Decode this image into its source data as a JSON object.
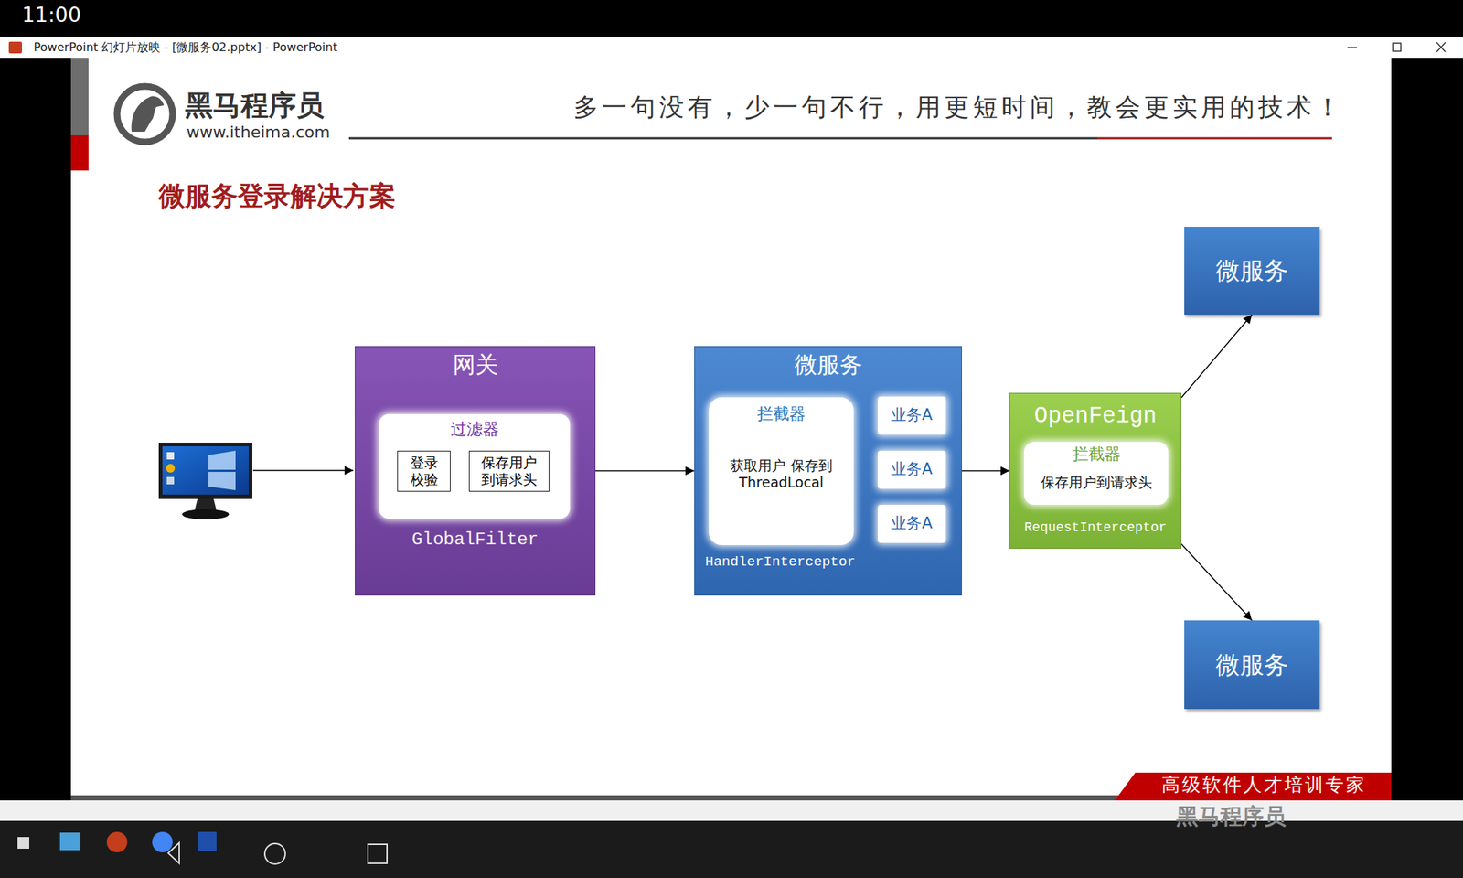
{
  "diagram": {
    "title": "微服务登录解决方案",
    "nodes": [
      {
        "text": [
          "网关",
          "GlobalFilter"
        ]
      },
      {
        "text": [
          "过滤器"
        ],
        "in": 0
      },
      {
        "text": [
          "登录 校验"
        ],
        "in": 1
      },
      {
        "text": [
          "保存用户 到请求头"
        ],
        "in": 1
      },
      {
        "text": [
          "微服务",
          "HandlerInterceptor"
        ]
      },
      {
        "text": [
          "拦截器",
          "获取用户 保存到ThreadLocal"
        ],
        "in": 4
      },
      {
        "text": [
          "业务A"
        ],
        "in": 4
      },
      {
        "text": [
          "业务A"
        ],
        "in": 4
      },
      {
        "text": [
          "业务A"
        ],
        "in": 4
      },
      {
        "text": [
          "OpenFeign",
          "RequestInterceptor"
        ]
      },
      {
        "text": [
          "拦截器",
          "保存用户到请求头"
        ],
        "in": 9
      },
      {
        "text": [
          "微服务"
        ]
      },
      {
        "text": [
          "微服务"
        ]
      }
    ],
    "edges": [
      {
        "from": 0,
        "to": 4,
        "arrow": "to"
      },
      {
        "from": 4,
        "to": 9,
        "arrow": "to"
      },
      {
        "from": 9,
        "to": 11,
        "arrow": "to"
      },
      {
        "from": 9,
        "to": 12,
        "arrow": "to"
      }
    ],
    "labels": [
      "11:00",
      "PowerPoint 幻灯片放映 - [微服务02.pptx] - PowerPoint",
      "黑马程序员",
      "www.itheima.com",
      "多一句没有，少一句不行，用更短时间，教会更实用的技术！",
      "高级软件人才培训专家",
      "黑马程序员"
    ]
  }
}
